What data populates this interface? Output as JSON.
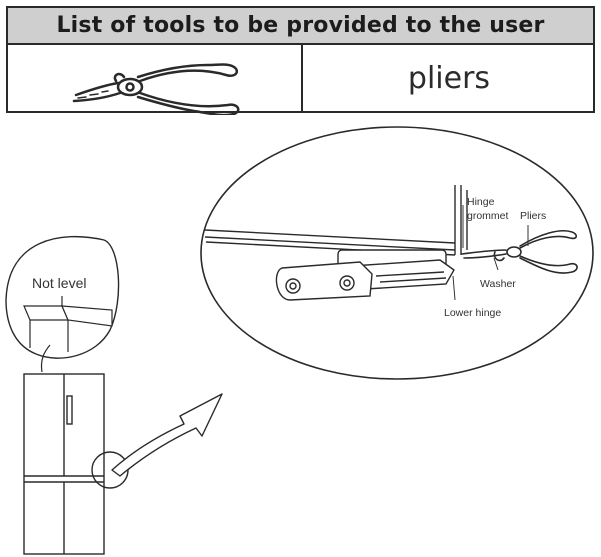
{
  "tools_table": {
    "header": "List of tools to be provided to the user",
    "tool_name": "pliers",
    "tool_icon": "pliers-icon"
  },
  "diagram": {
    "not_level_label": "Not level",
    "callouts": {
      "hinge_grommet_line1": "Hinge",
      "hinge_grommet_line2": "grommet",
      "pliers": "Pliers",
      "washer": "Washer",
      "lower_hinge": "Lower hinge"
    }
  }
}
